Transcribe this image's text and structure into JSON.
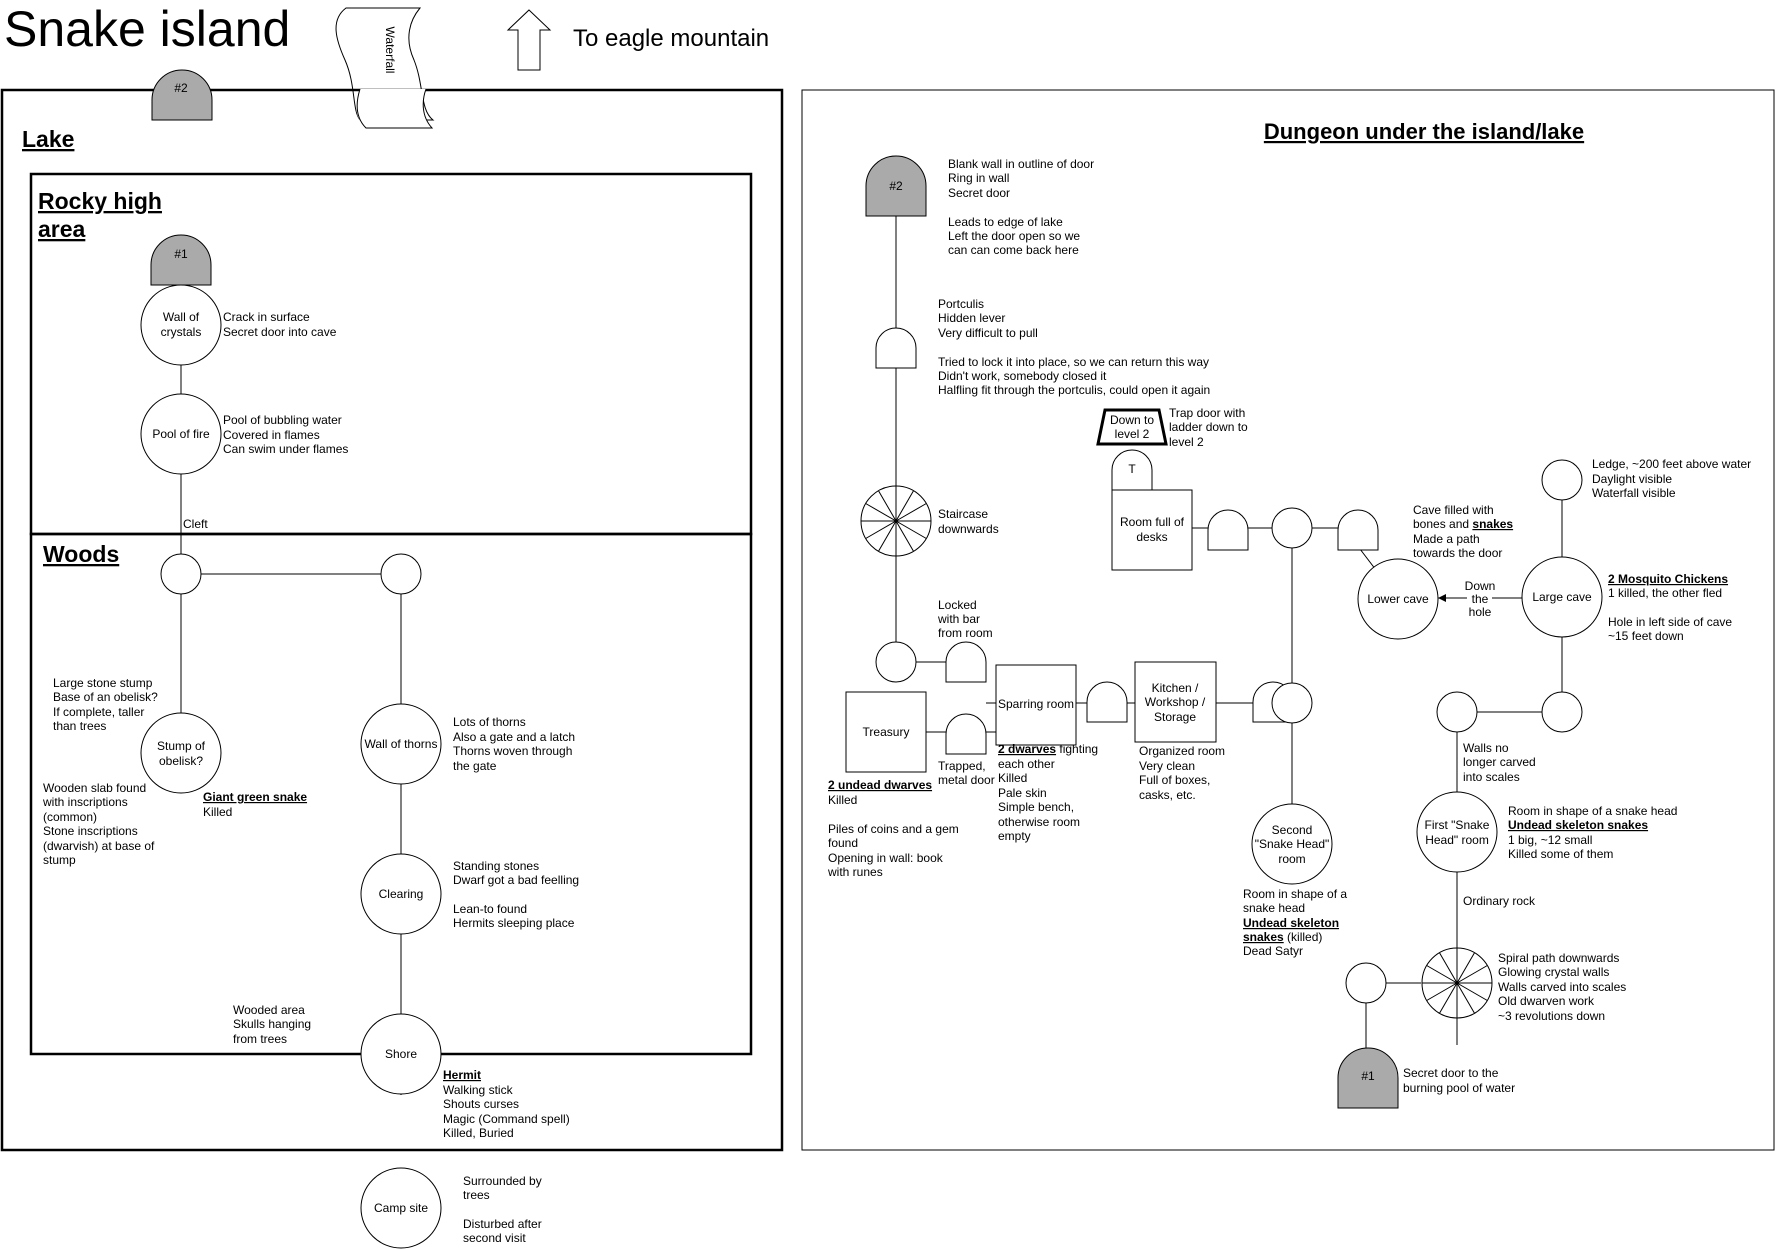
{
  "title": "Snake island",
  "to_eagle_mountain": "To eagle mountain",
  "waterfall": "Waterfall",
  "door_2": "#2",
  "door_1": "#1",
  "areas": {
    "lake": "Lake",
    "rocky_high_area": [
      "Rocky high",
      "area"
    ],
    "woods": "Woods"
  },
  "island": {
    "wall_of_crystals": [
      "Wall of",
      "crystals"
    ],
    "wall_of_crystals_notes": [
      "Crack in surface",
      "Secret door into cave"
    ],
    "pool_of_fire": "Pool of fire",
    "pool_of_fire_notes": [
      "Pool of bubbling water",
      "Covered in flames",
      "Can swim under flames"
    ],
    "cleft": "Cleft",
    "stump": [
      "Stump of",
      "obelisk?"
    ],
    "stump_notes": [
      "Large stone stump",
      "Base of an obelisk?",
      "If complete, taller",
      "than trees"
    ],
    "stump_slab": [
      "Wooden slab found",
      "with inscriptions",
      "(common)",
      "Stone inscriptions",
      "(dwarvish) at base of",
      "stump"
    ],
    "giant_snake": "Giant green snake",
    "giant_snake_status": "Killed",
    "wall_of_thorns": "Wall of thorns",
    "wall_of_thorns_notes": [
      "Lots of thorns",
      "Also a gate and a latch",
      "Thorns woven through",
      "the gate"
    ],
    "clearing": "Clearing",
    "clearing_notes": [
      "Standing stones",
      "Dwarf got a bad feelling",
      "",
      "Lean-to found",
      "Hermits sleeping place"
    ],
    "wooded_area": [
      "Wooded area",
      "Skulls hanging",
      "from trees"
    ],
    "shore": "Shore",
    "hermit": "Hermit",
    "hermit_notes": [
      "Walking stick",
      "Shouts curses",
      "Magic (Command spell)",
      "Killed, Buried"
    ],
    "camp_site": "Camp site",
    "camp_notes": [
      "Surrounded by",
      "trees",
      "",
      "Disturbed after",
      "second visit"
    ]
  },
  "dungeon": {
    "title": "Dungeon under the island/lake",
    "door2_notes": [
      "Blank wall in outline of door",
      "Ring in wall",
      "Secret door",
      "",
      "Leads to edge of lake",
      "Left the door open so we",
      "can can come back here"
    ],
    "portculis_notes": [
      "Portculis",
      "Hidden lever",
      "Very difficult to pull",
      "",
      "Tried to lock it into place, so we can return this way",
      "Didn't work, somebody closed it",
      "Halfling fit through the portculis, could open it again"
    ],
    "staircase": [
      "Staircase",
      "downwards"
    ],
    "locked_door": [
      "Locked",
      "with bar",
      "from room"
    ],
    "trapped_door": [
      "Trapped,",
      "metal door"
    ],
    "treasury": "Treasury",
    "undead_dwarves": "2 undead dwarves",
    "undead_dwarves_status": "Killed",
    "treasury_notes": [
      "Piles of coins and a gem",
      "found",
      "Opening in wall: book",
      "with runes"
    ],
    "sparring_room": "Sparring room",
    "dwarves_fighting": "2 dwarves",
    "dwarves_fighting_rest": " fighting",
    "sparring_notes": [
      "each other",
      "Killed",
      "Pale skin",
      "Simple bench,",
      "otherwise room",
      "empty"
    ],
    "kitchen": [
      "Kitchen /",
      "Workshop /",
      "Storage"
    ],
    "kitchen_notes": [
      "Organized room",
      "Very clean",
      "Full of boxes,",
      "casks, etc."
    ],
    "down_to_level2": [
      "Down to",
      "level 2"
    ],
    "trap_door_notes": [
      "Trap door with",
      "ladder down to",
      "level 2"
    ],
    "trap_door_letter": "T",
    "room_desks": [
      "Room full of",
      "desks"
    ],
    "second_snake_head": [
      "Second",
      "\"Snake Head\"",
      "room"
    ],
    "second_snake_notes": [
      "Room in shape of a",
      "snake head"
    ],
    "undead_skeleton": "Undead skeleton",
    "snakes_word": "snakes",
    "killed_paren": " (killed)",
    "dead_satyr": "Dead Satyr",
    "lower_cave": "Lower cave",
    "cave_bones": [
      "Cave filled with",
      "bones and "
    ],
    "cave_bones_snakes": "snakes",
    "cave_bones_rest": [
      "Made a path",
      "towards the door"
    ],
    "down_the_hole": [
      "Down",
      "the",
      "hole"
    ],
    "large_cave": "Large cave",
    "mosquito": "2 Mosquito Chickens",
    "mosquito_notes": [
      "1 killed, the other fled",
      "",
      "Hole in left side of cave",
      "~15 feet down"
    ],
    "ledge_notes": [
      "Ledge, ~200 feet above water",
      "Daylight visible",
      "Waterfall visible"
    ],
    "walls_no_longer": [
      "Walls no",
      "longer carved",
      "into scales"
    ],
    "first_snake_head": [
      "First \"Snake",
      "Head\" room"
    ],
    "first_snake_notes": "Room in shape of a snake head",
    "undead_skeleton_snakes": "Undead skeleton snakes",
    "first_snake_rest": [
      "1 big, ~12 small",
      "Killed some of them"
    ],
    "ordinary_rock": "Ordinary rock",
    "spiral_notes": [
      "Spiral path downwards",
      "Glowing crystal walls",
      "Walls carved into scales",
      "Old dwarven work",
      "~3 revolutions down"
    ],
    "secret_door_notes": [
      "Secret door to the",
      "burning pool of water"
    ]
  }
}
